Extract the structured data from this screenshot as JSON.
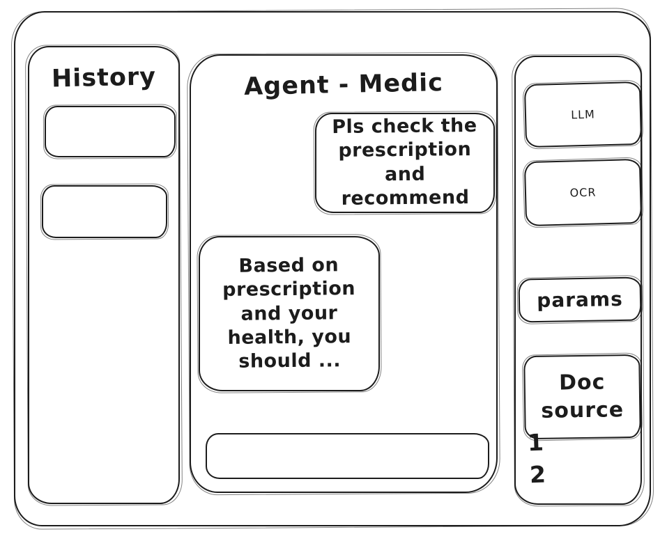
{
  "app": {
    "ink_color": "#1c1c1c",
    "background_color": "#ffffff"
  },
  "history_panel": {
    "title": "History",
    "items": [
      {
        "label": ""
      },
      {
        "label": ""
      }
    ]
  },
  "chat_panel": {
    "title": "Agent - Medic",
    "messages": [
      {
        "role": "user",
        "text": "Pls check the prescription and recommend"
      },
      {
        "role": "agent",
        "text": "Based on prescription and your health, you should ..."
      }
    ],
    "input_value": ""
  },
  "tools_panel": {
    "buttons": [
      {
        "label": "LLM"
      },
      {
        "label": "OCR"
      },
      {
        "label": "params"
      },
      {
        "label": "Doc source"
      }
    ],
    "doc_source_items": [
      {
        "label": "1"
      },
      {
        "label": "2"
      }
    ]
  }
}
